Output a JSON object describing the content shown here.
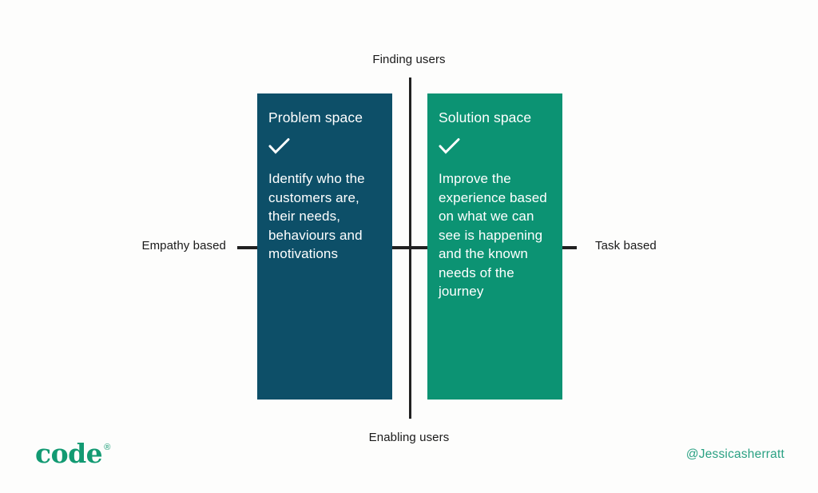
{
  "axes": {
    "top": "Finding users",
    "bottom": "Enabling users",
    "left": "Empathy based",
    "right": "Task based"
  },
  "quadrants": [
    {
      "title": "Problem space",
      "icon": "checkmark-icon",
      "description": "Identify who the customers are, their needs, behaviours and motivations",
      "color": "#0d4f68",
      "text_color": "#ffffff"
    },
    {
      "title": "Solution space",
      "icon": "checkmark-icon",
      "description": "Improve the experience based on what we can see is happening and the known needs of the journey",
      "color": "#0c9373",
      "text_color": "#ffffff"
    }
  ],
  "footer": {
    "logo_text": "code",
    "logo_mark": "®",
    "handle": "@Jessicasherratt"
  },
  "colors": {
    "background": "#fdfdfc",
    "axis_line": "#212121",
    "label_text": "#1a1a1a",
    "brand_green": "#129a72",
    "handle_green": "#2aa183"
  }
}
